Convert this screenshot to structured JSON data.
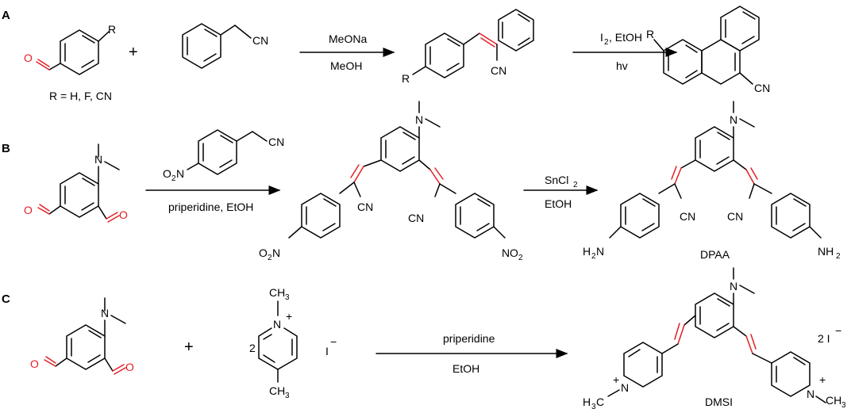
{
  "panels": {
    "a": {
      "label": "A",
      "r_substituent": "R",
      "r_definition": "R = H, F, CN",
      "plus": "+",
      "cn": "CN",
      "oxygen": "O",
      "step1_reagent_top": "MeONa",
      "step1_reagent_bottom": "MeOH",
      "step2_iodine": "I",
      "step2_iodine_sub": "2",
      "step2_solvent": ", EtOH",
      "step2_bottom": "hv"
    },
    "b": {
      "label": "B",
      "nitro_o": "O",
      "nitro_sub": "2",
      "nitro_n": "N",
      "step1_bottom": "priperidine, EtOH",
      "step2_top_base": "SnCl",
      "step2_top_sub": "2",
      "step2_bottom": "EtOH",
      "amine_h2n": "H",
      "amine_sub": "2",
      "amine_n": "N",
      "amine_nh": "NH",
      "product_name": "DPAA"
    },
    "c": {
      "label": "C",
      "coefficient": "2",
      "methyl": "CH",
      "methyl_sub": "3",
      "charge": "+",
      "iodide": "I",
      "iodide_charge": "−",
      "reagent_top": "priperidine",
      "reagent_bottom": "EtOH",
      "h3c_h": "H",
      "h3c_sub": "3",
      "h3c_c": "C",
      "counter_ion": "2 I",
      "product_name": "DMSI"
    }
  },
  "colors": {
    "highlight": "#e31e24",
    "ink": "#000000"
  },
  "nitrogen": "N"
}
